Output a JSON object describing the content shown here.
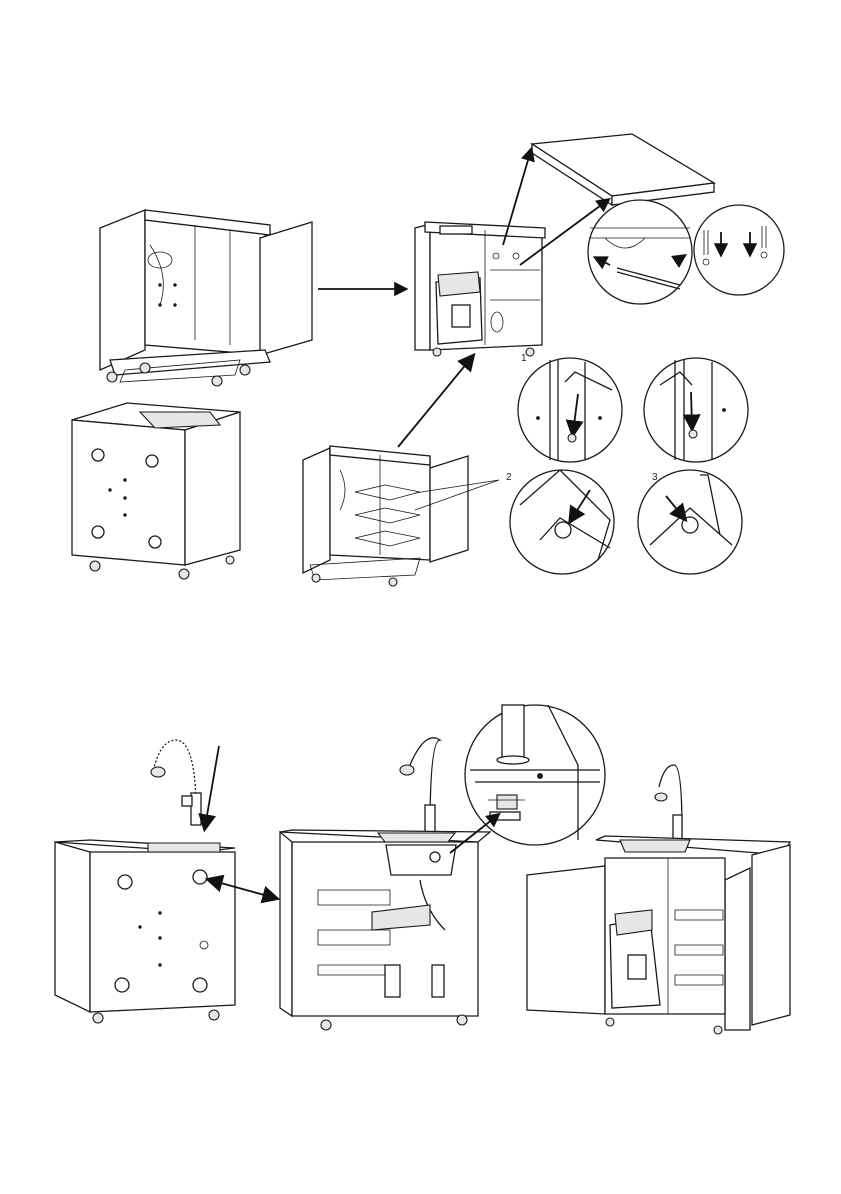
{
  "figure": {
    "step_labels": [
      "1",
      "2",
      "3"
    ]
  }
}
